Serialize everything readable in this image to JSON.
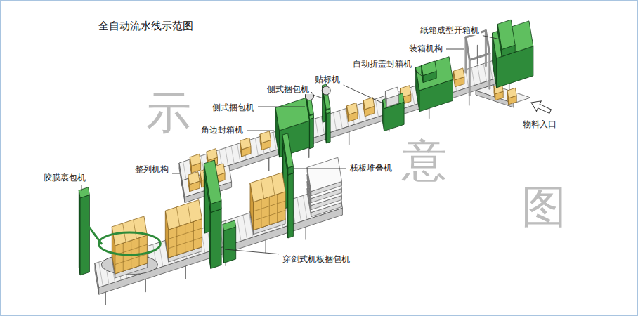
{
  "diagram": {
    "title": "全自动流水线示范图",
    "labels": [
      "纸箱成型开箱机",
      "装箱机构",
      "自动折盖封箱机",
      "贴标机",
      "侧式捆包机",
      "侧式捆包机",
      "角边封箱机",
      "物料入口",
      "整列机构",
      "栈板堆叠机",
      "胶膜裹包机",
      "穿剑式机板捆包机",
      "示",
      "意",
      "图"
    ]
  }
}
